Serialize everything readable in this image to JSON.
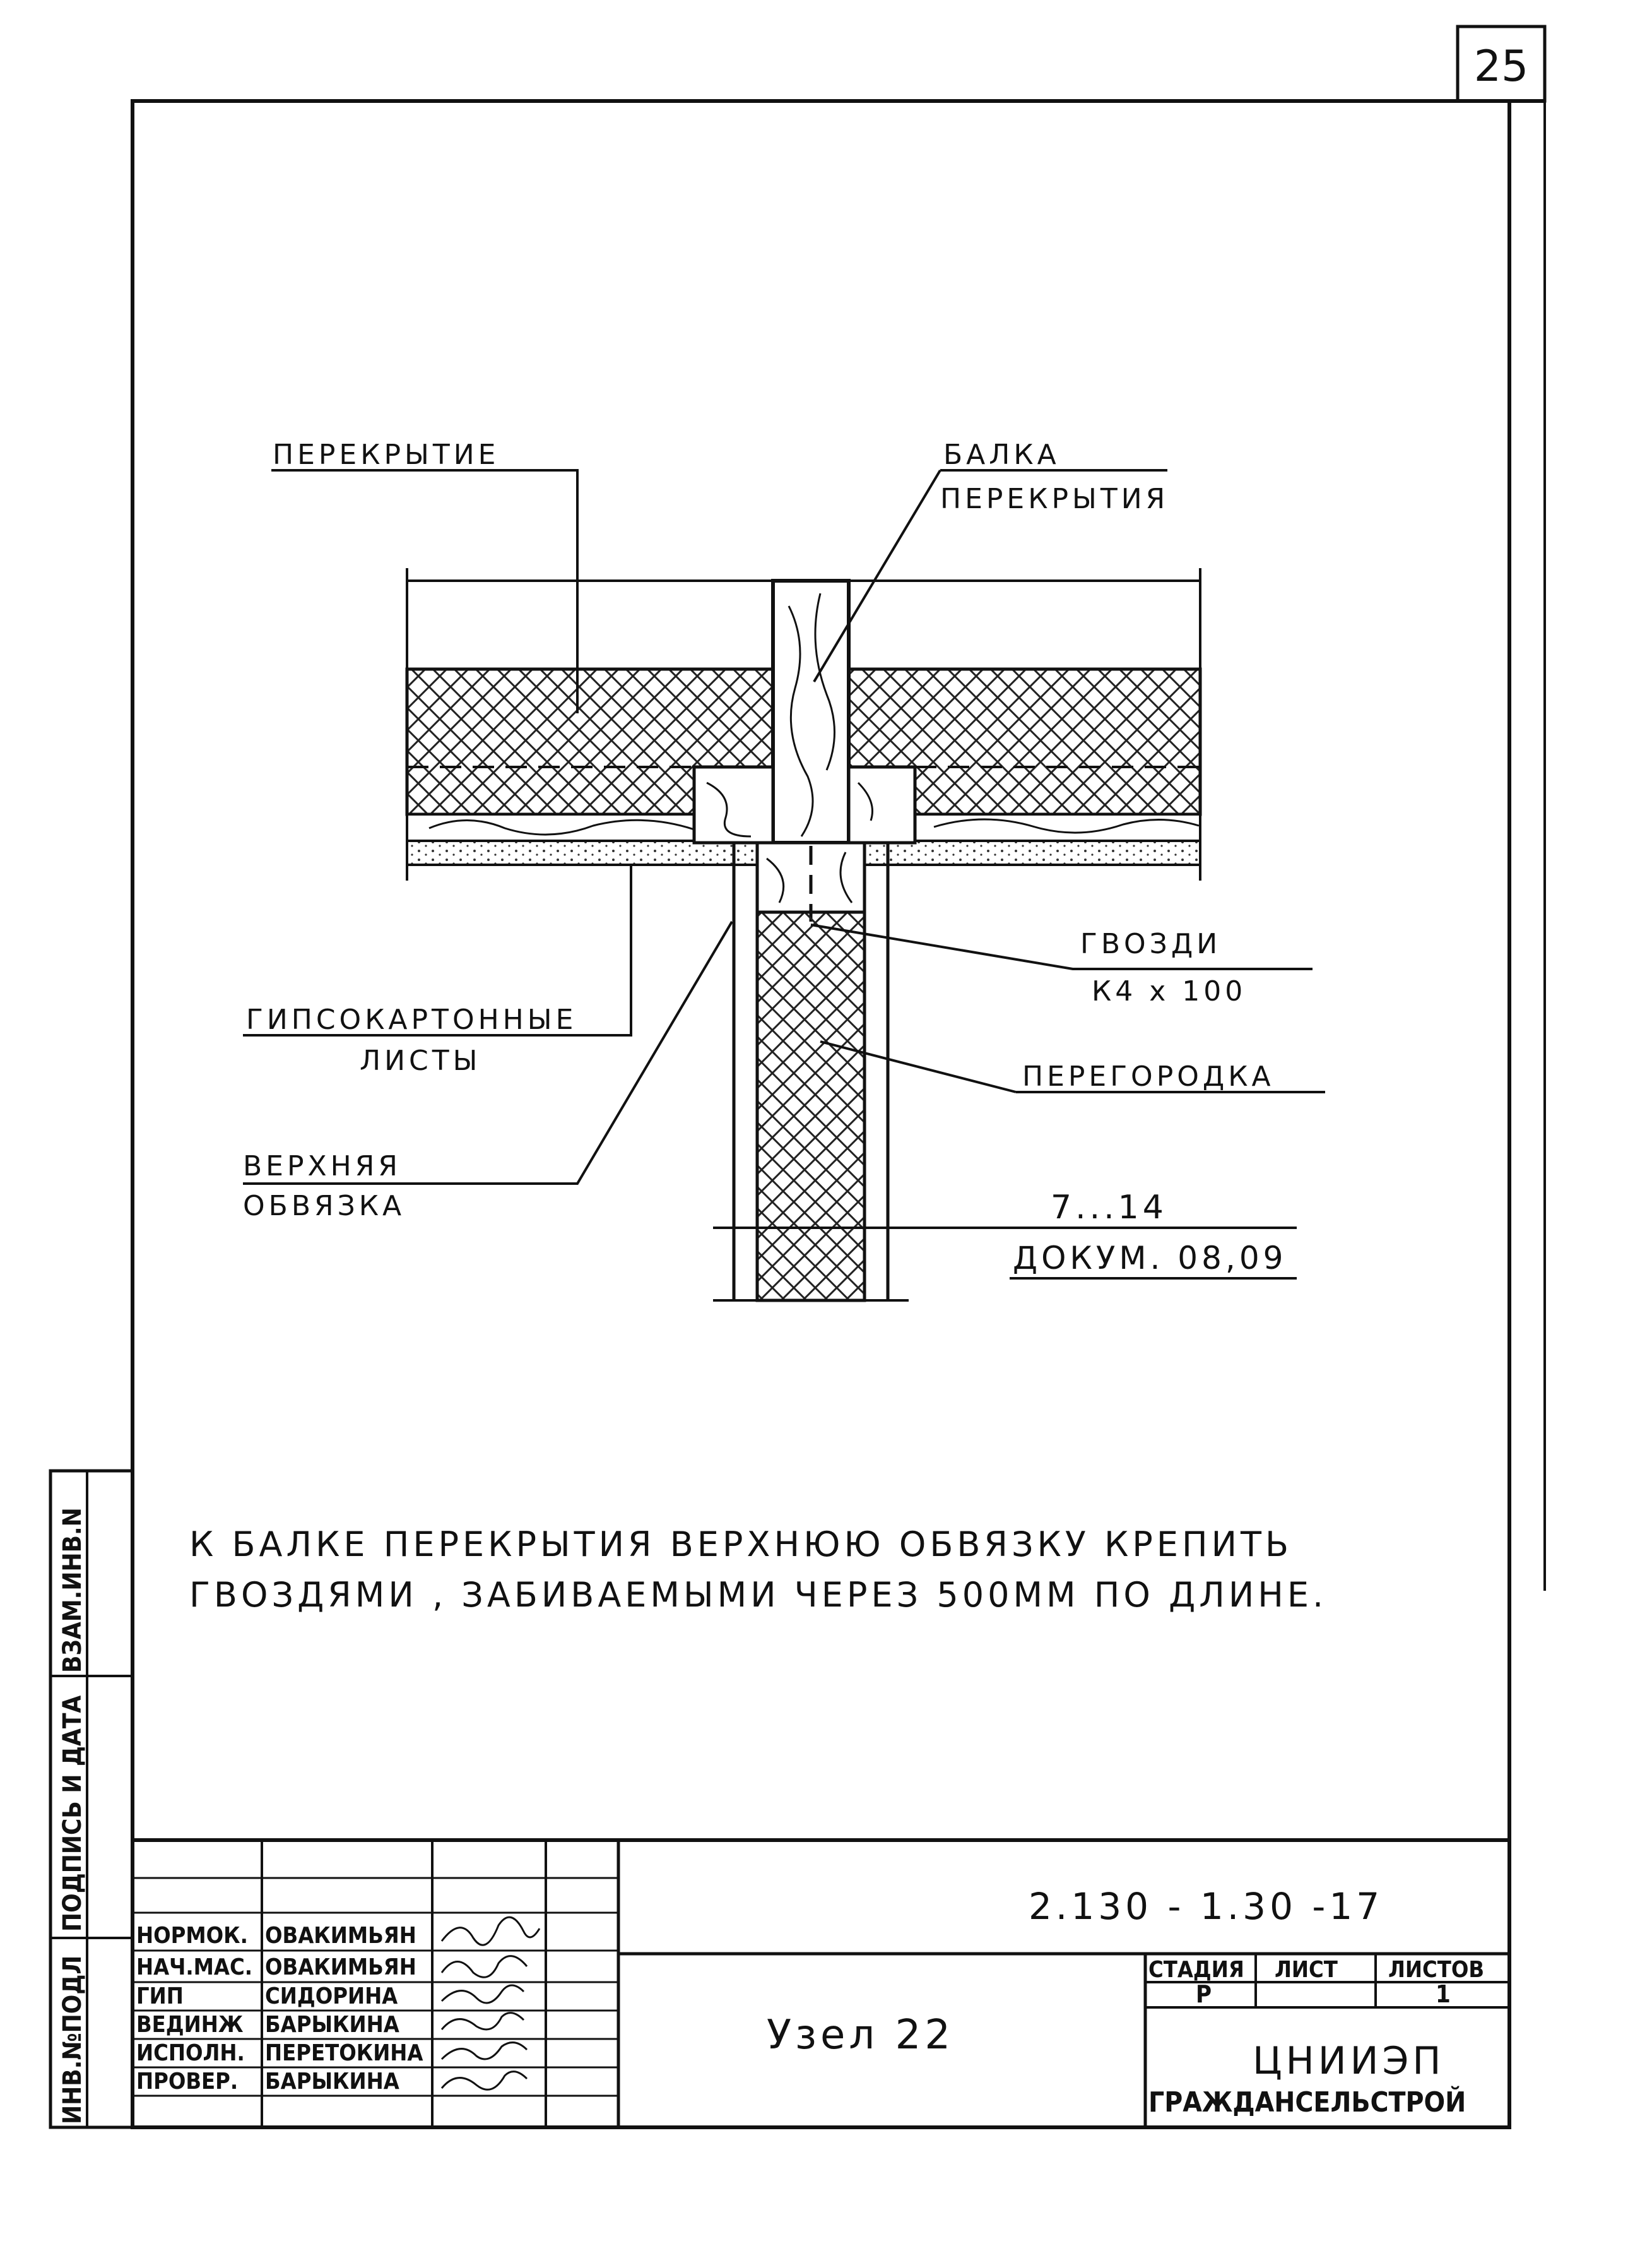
{
  "sheet": {
    "page_number": "25"
  },
  "labels": {
    "perekrytie": "ПЕРЕКРЫТИЕ",
    "balka_1": "БАЛКА",
    "balka_2": "ПЕРЕКРЫТИЯ",
    "gvozdi_1": "ГВОЗДИ",
    "gvozdi_2": "К4 х 100",
    "gipso_1": "ГИПСОКАРТОННЫЕ",
    "gipso_2": "ЛИСТЫ",
    "peregorodka": "ПЕРЕГОРОДКА",
    "obvyazka_1": "ВЕРХНЯЯ",
    "obvyazka_2": "ОБВЯЗКА",
    "ref_1": "7...14",
    "ref_2": "ДОКУМ. 08,09"
  },
  "note": {
    "line1": "К БАЛКЕ ПЕРЕКРЫТИЯ ВЕРХНЮЮ ОБВЯЗКУ КРЕПИТЬ",
    "line2": "ГВОЗДЯМИ , ЗАБИВАЕМЫМИ ЧЕРЕЗ 500ММ ПО ДЛИНЕ."
  },
  "side_stamp": {
    "vzam": "ВЗАМ.ИНВ.N",
    "podpis": "ПОДПИСЬ И ДАТА",
    "inv": "ИНВ.№ПОДЛ"
  },
  "title_block": {
    "doc_code": "2.130 - 1.30 -17",
    "title": "Узел 22",
    "stage_header": "СТАДИЯ",
    "sheet_header": "ЛИСТ",
    "sheets_header": "ЛИСТОВ",
    "stage": "Р",
    "sheet": "",
    "sheets": "1",
    "org_1": "ЦНИИЭП",
    "org_2": "ГРАЖДАНСЕЛЬСТРОЙ",
    "rows": [
      {
        "role": "НОРМОК.",
        "name": "ОВАКИМЬЯН"
      },
      {
        "role": "НАЧ.МАС.",
        "name": "ОВАКИМЬЯН"
      },
      {
        "role": "ГИП",
        "name": "СИДОРИНА"
      },
      {
        "role": "ВЕДИНЖ",
        "name": "БАРЫКИНА"
      },
      {
        "role": "ИСПОЛН.",
        "name": "ПЕРЕТОКИНА"
      },
      {
        "role": "ПРОВЕР.",
        "name": "БАРЫКИНА"
      }
    ]
  }
}
